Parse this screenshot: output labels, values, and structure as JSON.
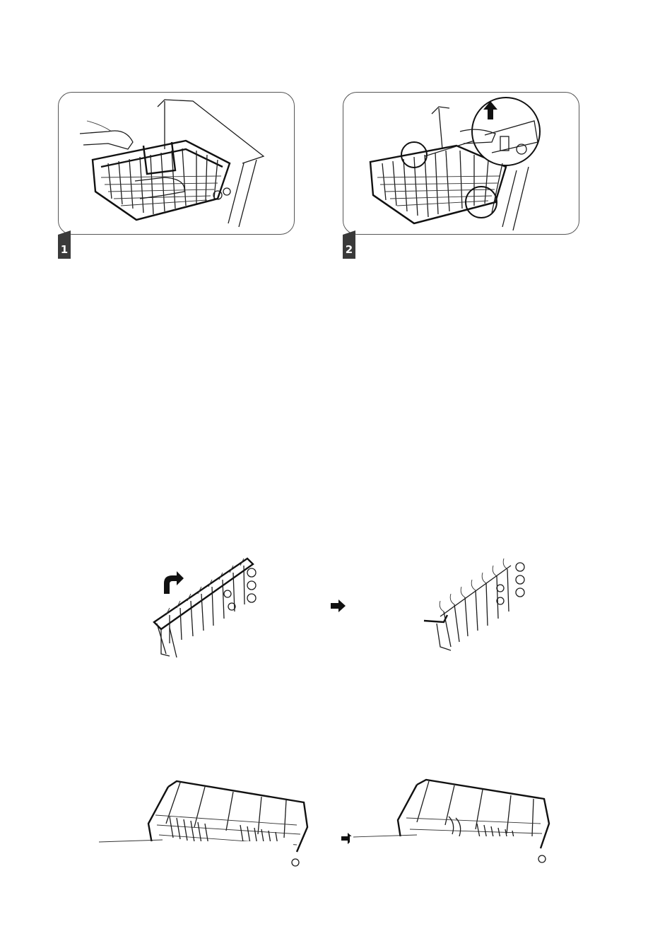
{
  "steps": [
    {
      "number": "1",
      "icon": "remove-upper-basket-illustration"
    },
    {
      "number": "2",
      "icon": "lift-basket-rail-clip-illustration"
    }
  ],
  "figures": {
    "fold_rack": {
      "icon": "fold-tine-rack-illustration",
      "arrow": "curved-arrow-icon",
      "transition": "right-arrow-icon"
    },
    "lower_basket": {
      "icon": "lower-basket-fold-tines-illustration",
      "transition": "right-arrow-icon"
    }
  }
}
